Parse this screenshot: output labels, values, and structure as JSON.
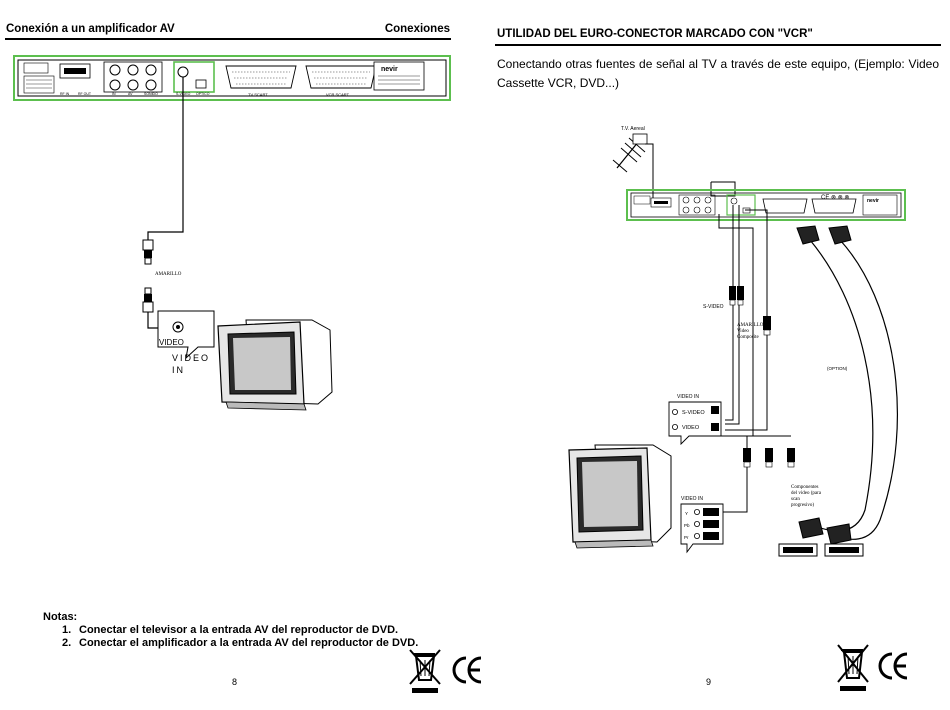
{
  "left_page": {
    "header_left": "Conexión a un amplificador AV",
    "header_right": "Conexiones",
    "panel": {
      "brand": "nevir",
      "jack_labels": [
        "RF IN",
        "RF OUT",
        "IN",
        "AV",
        "SONIDO",
        "S-VIDEO",
        "OPTICO",
        "TV SCART",
        "VCR SCART"
      ]
    },
    "cable_label": "AMARILLO",
    "jack_label": "VIDEO",
    "callout_line1": "VIDEO",
    "callout_line2": "IN",
    "notes_title": "Notas:",
    "notes": [
      {
        "num": "1.",
        "text": "Conectar el televisor a la entrada AV del reproductor de DVD."
      },
      {
        "num": "2.",
        "text": "Conectar el amplificador a la entrada AV del reproductor de DVD."
      }
    ],
    "page_number": "8"
  },
  "right_page": {
    "header": "UTILIDAD DEL EURO-CONECTOR MARCADO CON \"VCR\"",
    "paragraph": "Conectando otras fuentes de señal al TV a través de este equipo, (Ejemplo: Video Cassette VCR, DVD...)",
    "antenna_label": "T.V. Aereal",
    "svideo_label": "S-VIDEO",
    "video_label_lines": [
      "AMARILLO",
      "Video",
      "Composite"
    ],
    "option_label": "(OPTION)",
    "videoin_box1_title": "VIDEO IN",
    "videoin_box1_rows": [
      "S-VIDEO",
      "VIDEO"
    ],
    "component_label_lines": [
      "Componentes",
      "del video (para",
      "scan",
      "progresivo)"
    ],
    "videoin_box2_title": "VIDEO IN",
    "videoin_box2_rows": [
      "Y",
      "Pb",
      "Pr"
    ],
    "page_number": "9"
  },
  "colors": {
    "panel_border": "#5cbf4e",
    "ink": "#000000"
  },
  "icons": [
    "weee-bin-icon",
    "ce-mark-icon"
  ]
}
